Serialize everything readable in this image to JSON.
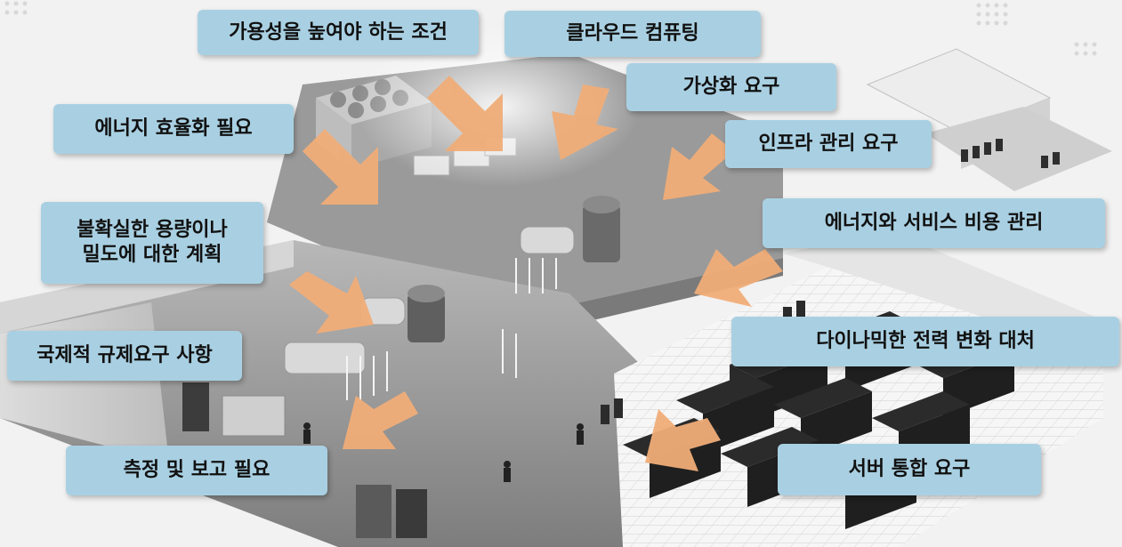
{
  "colors": {
    "label_bg": "#a9d0e2",
    "arrow": "#f0ad78",
    "floor": "#8f8f8f",
    "server_rack": "#2b2b2b"
  },
  "labels": {
    "availability": "가용성을 높여야 하는 조건",
    "cloud": "클라우드  컴퓨팅",
    "virtualization": "가상화 요구",
    "energy_efficiency": "에너지 효율화 필요",
    "infra_management": "인프라 관리 요구",
    "capacity_planning": "불확실한 용량이나\n밀도에 대한 계획",
    "energy_service_cost": "에너지와 서비스 비용 관리",
    "regulation": "국제적 규제요구 사항",
    "dynamic_power": "다이나믹한 전력 변화 대처",
    "measurement": "측정 및 보고 필요",
    "server_consolidation": "서버 통합 요구"
  }
}
